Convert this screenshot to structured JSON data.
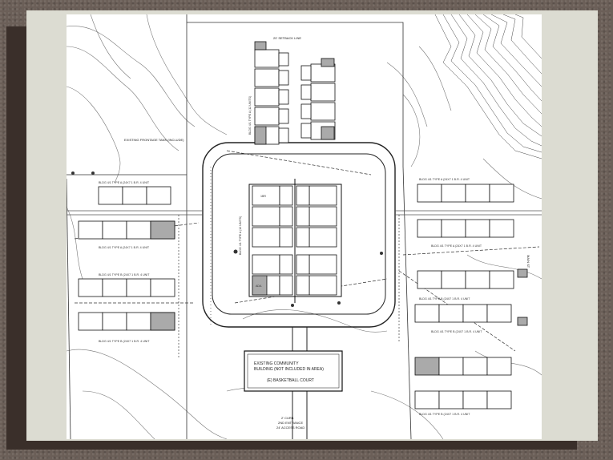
{
  "slide": {
    "background_color": "#6b5f58",
    "panel_color": "#dcdcd2",
    "shadow_color": "#3a2f2a"
  },
  "plan": {
    "top_note": "20' SETBACK LINE",
    "left_note": "EXISTING FRONTAGE TANK (INCLUDE)",
    "community_building": {
      "line1": "EXISTING COMMUNITY",
      "line2": "BUILDING (NOT INCLUDED IN AREA)",
      "line3": "(E) BASKETBALL COURT"
    },
    "bottom_note_1": "2' CURB",
    "bottom_note_2": "2ND ENTRANCE",
    "bottom_note_3": "24' ACCESS ROAD",
    "street_label": "MAIN ST",
    "block_labels": {
      "left_1": "BLDG 4/1 TYPE A (24X7 1 B.R. 4 UNIT",
      "left_2": "BLDG 4/1 TYPE A (24X7 1 B.R. 4 UNIT",
      "left_3": "BLDG 4/1 TYPE B (24X7 1 B.R. 4 UNIT",
      "left_4": "BLDG 4/1 TYPE B (24X7 1 B.R. 4 UNIT",
      "right_1": "BLDG 4/1 TYPE A (24X7 1 B.R. 4 UNIT",
      "right_2": "BLDG 4/1 TYPE A (24X7 1 B.R. 4 UNIT",
      "right_3": "BLDG 4/1 TYPE B (24X7 1 B.R. 4 UNIT",
      "right_4": "BLDG 4/1 TYPE B (24X7 1 B.R. 4 UNIT",
      "right_5": "BLDG 4/1 TYPE B (24X7 1 B.R. 4 UNIT",
      "center": "BLDG 4/1 TYPE A (12 UNITS)",
      "top": "BLDG 4/1 TYPE A (12 UNITS)"
    },
    "unit_code": "1BR",
    "ada_code": "ADA"
  }
}
